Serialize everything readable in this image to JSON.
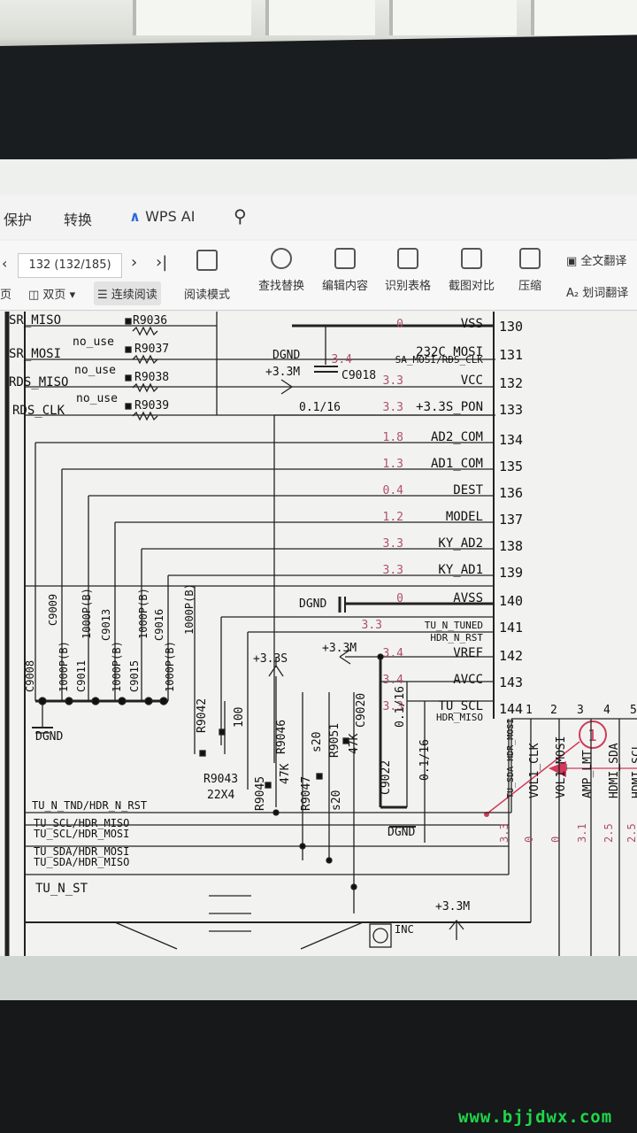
{
  "menubar": {
    "protect": "保护",
    "convert": "转换",
    "wps_ai": "WPS AI"
  },
  "toolbar": {
    "page_indicator": "132 (132/185)",
    "page_single": "页",
    "double_page": "双页",
    "continuous_read": "连续阅读",
    "read_mode": "阅读模式",
    "find_replace": "查找替换",
    "edit_content": "编辑内容",
    "recognize_table": "识别表格",
    "screenshot_compare": "截图对比",
    "compress": "压缩",
    "full_translate": "全文翻译",
    "word_translate": "划词翻译"
  },
  "schematic": {
    "left_nets": [
      "SR_MISO",
      "SR_MOSI",
      "RDS_MISO",
      "RDS_CLK"
    ],
    "left_resistors": [
      "R9036",
      "R9037",
      "R9038",
      "R9039"
    ],
    "no_use": "no_use",
    "pins": [
      {
        "num": "130",
        "name": "VSS",
        "volt": "0"
      },
      {
        "num": "131",
        "name": "232C_MOSI",
        "volt": ""
      },
      {
        "num": "132",
        "name": "VCC",
        "volt": "3.3"
      },
      {
        "num": "133",
        "name": "+3.3S_PON",
        "volt": "3.3"
      },
      {
        "num": "134",
        "name": "AD2_COM",
        "volt": "1.8"
      },
      {
        "num": "135",
        "name": "AD1_COM",
        "volt": "1.3"
      },
      {
        "num": "136",
        "name": "DEST",
        "volt": "0.4"
      },
      {
        "num": "137",
        "name": "MODEL",
        "volt": "1.2"
      },
      {
        "num": "138",
        "name": "KY_AD2",
        "volt": "3.3"
      },
      {
        "num": "139",
        "name": "KY_AD1",
        "volt": "3.3"
      },
      {
        "num": "140",
        "name": "AVSS",
        "volt": "0"
      },
      {
        "num": "141",
        "name": "TU_N_TUNED",
        "volt": "3.3"
      },
      {
        "num": "142",
        "name": "VREF",
        "volt": "3.4"
      },
      {
        "num": "143",
        "name": "AVCC",
        "volt": "3.4"
      },
      {
        "num": "144",
        "name": "TU_SCL",
        "volt": "3.3"
      }
    ],
    "pin131_sub": "SA_MOSI/RDS_CLK",
    "pin131_volt": "3.4",
    "pin141_sub": "HDR_N_RST",
    "pin144_sub": "HDR_MISO",
    "dgnd": "DGND",
    "v33m": "+3.3M",
    "v33s": "+3.3S",
    "c9018": "C9018",
    "c9018_val": "0.1/16",
    "caps": [
      "C9008",
      "C9009",
      "C9011",
      "C9013",
      "C9015",
      "C9016"
    ],
    "cap_val": "1000P(B)",
    "r9042": "R9042",
    "r9042_val": "100",
    "r9043": "R9043",
    "r9043_val": "22X4",
    "r9045": "R9045",
    "r9045_val": "47K",
    "r9046": "R9046",
    "r9046_val": "47K",
    "r9047": "R9047",
    "r9047_val": "s20",
    "r9051": "R9051",
    "r9051_val": "s20",
    "c9020": "C9020",
    "c9020_val": "0.1/16",
    "c9022": "C9022",
    "c9022_val": "0.1/16",
    "bus_lines": [
      "TU_N_TND/HDR_N_RST",
      "TU_SCL/HDR_MISO",
      "TU_SCL/HDR_MOSI",
      "TU_SDA/HDR_MOSI",
      "TU_SDA/HDR_MISO",
      "TU_N_ST"
    ],
    "bottom_pins": [
      {
        "num": "1",
        "name": "TU_SDA HDR_MOSI",
        "volt": "3.3"
      },
      {
        "num": "2",
        "name": "VOL1_CLK",
        "volt": "0"
      },
      {
        "num": "3",
        "name": "VOL1_MOSI",
        "volt": "0"
      },
      {
        "num": "4",
        "name": "AMP_LMT",
        "volt": "3.1"
      },
      {
        "num": "5",
        "name": "HDMI_SDA",
        "volt": "2.5"
      },
      {
        "num": "",
        "name": "HDMI_SCL",
        "volt": "2.5"
      }
    ],
    "marker": "1",
    "inc": "INC"
  },
  "watermark": "www.bjjdwx.com",
  "colors": {
    "accent_red": "#d23a5a",
    "volt_text": "#b0506a",
    "watermark": "#1ed64a"
  }
}
